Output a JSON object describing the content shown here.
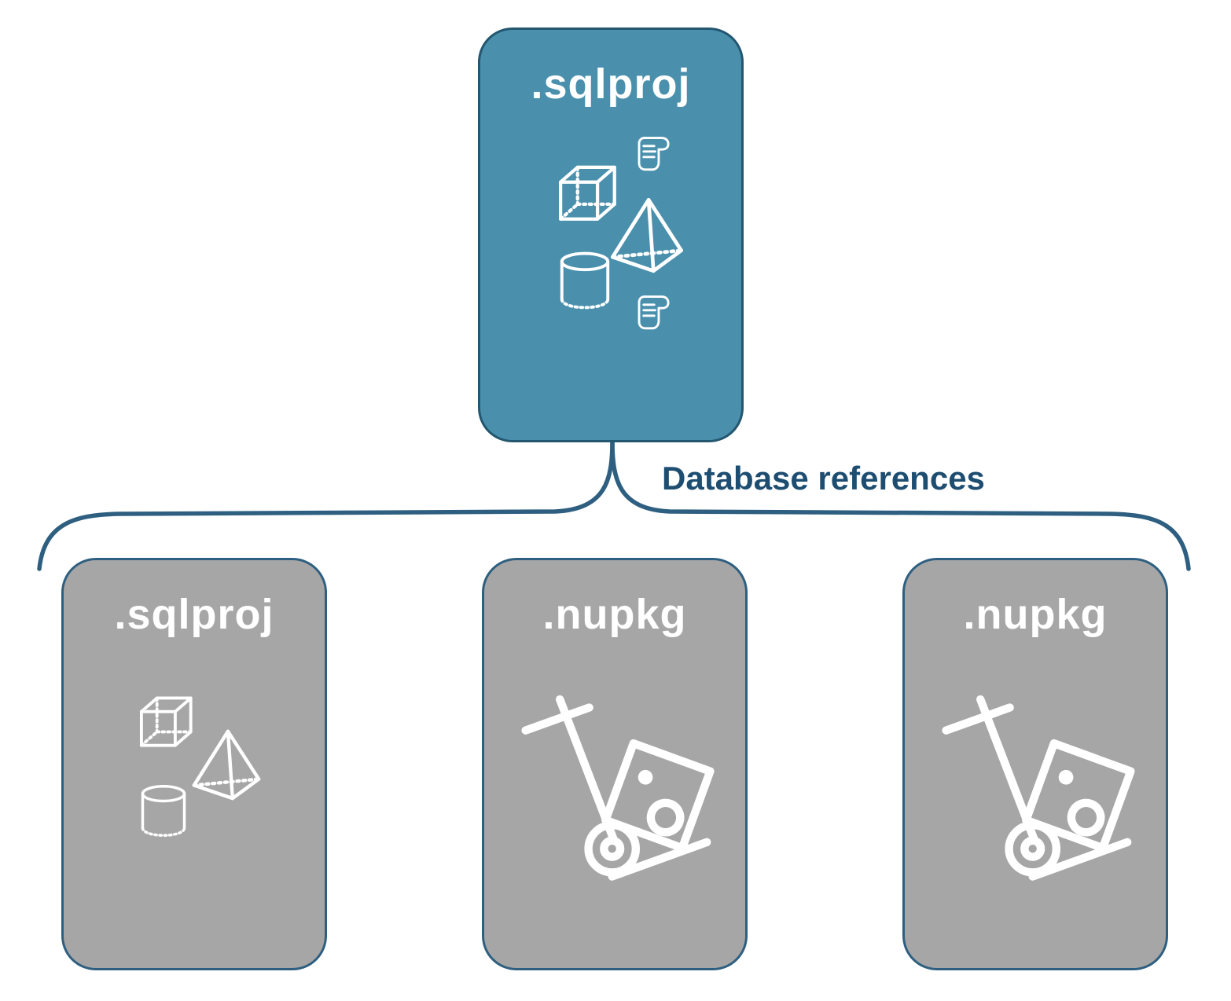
{
  "diagram": {
    "root": {
      "label": ".sqlproj",
      "icons": [
        "cube-icon",
        "script-scroll-icon",
        "pyramid-icon",
        "database-cylinder-icon",
        "script-scroll-icon"
      ]
    },
    "connector": {
      "label": "Database references"
    },
    "children": [
      {
        "label": ".sqlproj",
        "icons": [
          "cube-icon",
          "pyramid-icon",
          "database-cylinder-icon"
        ]
      },
      {
        "label": ".nupkg",
        "icons": [
          "package-dolly-icon"
        ]
      },
      {
        "label": ".nupkg",
        "icons": [
          "package-dolly-icon"
        ]
      }
    ],
    "colors": {
      "background": "#ffffff",
      "root_fill": "#4a90ad",
      "root_border": "#23566f",
      "child_fill": "#a7a6a6",
      "child_border": "#2e5f80",
      "connector_stroke": "#2e5f80",
      "node_label_text": "#ffffff",
      "connector_label_text": "#1d4d70",
      "icon_stroke": "#ffffff"
    }
  }
}
